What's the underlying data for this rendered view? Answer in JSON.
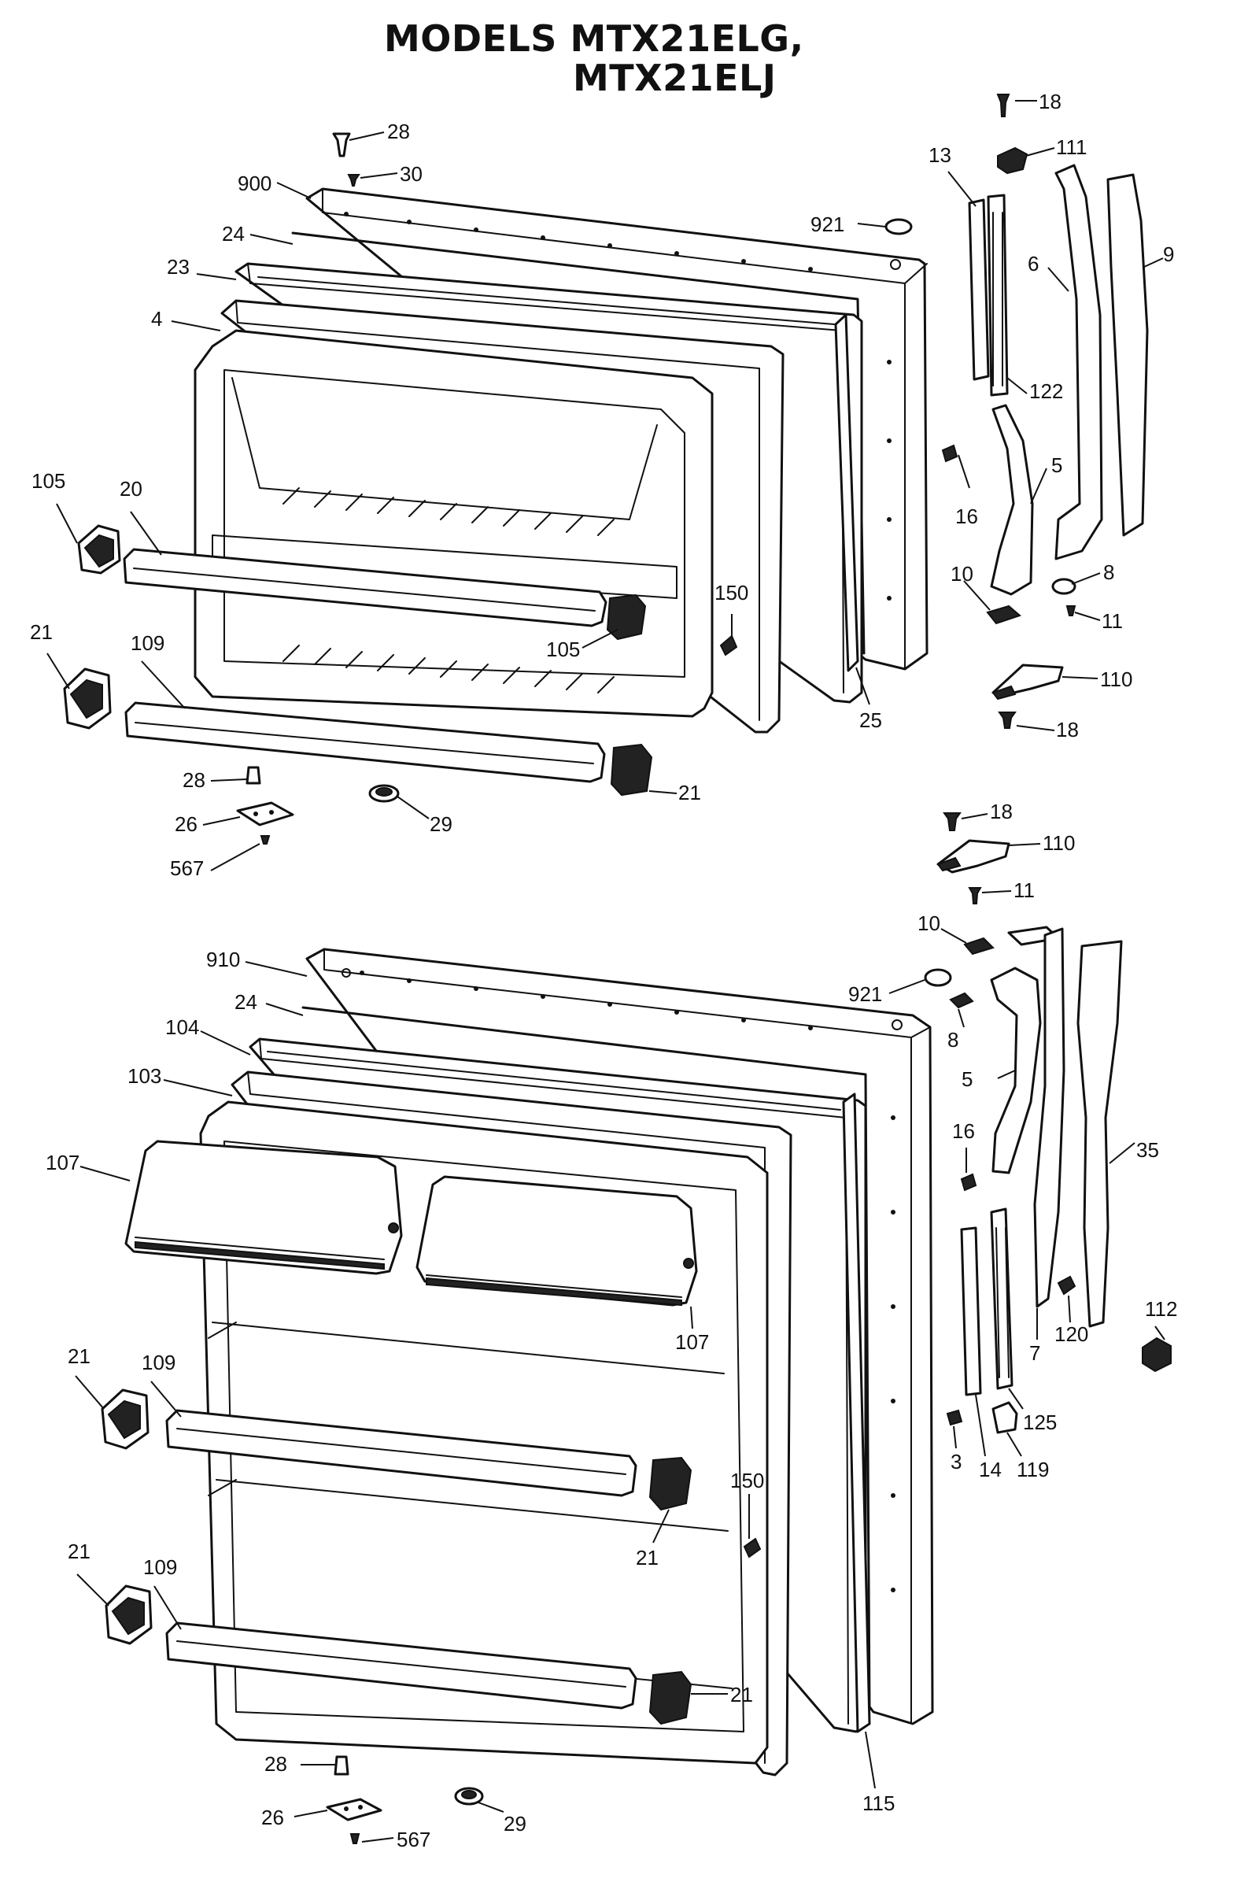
{
  "title": {
    "line1": "MODELS MTX21ELG,",
    "line2": "MTX21ELJ"
  },
  "callouts": {
    "freezer": [
      {
        "id": "fz-18a",
        "label": "18"
      },
      {
        "id": "fz-28a",
        "label": "28"
      },
      {
        "id": "fz-111",
        "label": "111"
      },
      {
        "id": "fz-30",
        "label": "30"
      },
      {
        "id": "fz-13",
        "label": "13"
      },
      {
        "id": "fz-900",
        "label": "900"
      },
      {
        "id": "fz-921",
        "label": "921"
      },
      {
        "id": "fz-24",
        "label": "24"
      },
      {
        "id": "fz-9",
        "label": "9"
      },
      {
        "id": "fz-23",
        "label": "23"
      },
      {
        "id": "fz-6",
        "label": "6"
      },
      {
        "id": "fz-4",
        "label": "4"
      },
      {
        "id": "fz-122",
        "label": "122"
      },
      {
        "id": "fz-5",
        "label": "5"
      },
      {
        "id": "fz-105a",
        "label": "105"
      },
      {
        "id": "fz-20",
        "label": "20"
      },
      {
        "id": "fz-16",
        "label": "16"
      },
      {
        "id": "fz-8",
        "label": "8"
      },
      {
        "id": "fz-10",
        "label": "10"
      },
      {
        "id": "fz-150",
        "label": "150"
      },
      {
        "id": "fz-11",
        "label": "11"
      },
      {
        "id": "fz-105b",
        "label": "105"
      },
      {
        "id": "fz-21a",
        "label": "21"
      },
      {
        "id": "fz-109",
        "label": "109"
      },
      {
        "id": "fz-110",
        "label": "110"
      },
      {
        "id": "fz-25",
        "label": "25"
      },
      {
        "id": "fz-18b",
        "label": "18"
      },
      {
        "id": "fz-28b",
        "label": "28"
      },
      {
        "id": "fz-21b",
        "label": "21"
      },
      {
        "id": "fz-26",
        "label": "26"
      },
      {
        "id": "fz-29",
        "label": "29"
      },
      {
        "id": "fz-567",
        "label": "567"
      }
    ],
    "fresh": [
      {
        "id": "ff-18",
        "label": "18"
      },
      {
        "id": "ff-110",
        "label": "110"
      },
      {
        "id": "ff-11",
        "label": "11"
      },
      {
        "id": "ff-10",
        "label": "10"
      },
      {
        "id": "ff-910",
        "label": "910"
      },
      {
        "id": "ff-921",
        "label": "921"
      },
      {
        "id": "ff-24",
        "label": "24"
      },
      {
        "id": "ff-8",
        "label": "8"
      },
      {
        "id": "ff-104",
        "label": "104"
      },
      {
        "id": "ff-5",
        "label": "5"
      },
      {
        "id": "ff-103",
        "label": "103"
      },
      {
        "id": "ff-16",
        "label": "16"
      },
      {
        "id": "ff-35",
        "label": "35"
      },
      {
        "id": "ff-107a",
        "label": "107"
      },
      {
        "id": "ff-112",
        "label": "112"
      },
      {
        "id": "ff-7",
        "label": "7"
      },
      {
        "id": "ff-120",
        "label": "120"
      },
      {
        "id": "ff-107b",
        "label": "107"
      },
      {
        "id": "ff-21a",
        "label": "21"
      },
      {
        "id": "ff-109a",
        "label": "109"
      },
      {
        "id": "ff-125",
        "label": "125"
      },
      {
        "id": "ff-150",
        "label": "150"
      },
      {
        "id": "ff-3",
        "label": "3"
      },
      {
        "id": "ff-14",
        "label": "14"
      },
      {
        "id": "ff-119",
        "label": "119"
      },
      {
        "id": "ff-21b",
        "label": "21"
      },
      {
        "id": "ff-21c",
        "label": "21"
      },
      {
        "id": "ff-109b",
        "label": "109"
      },
      {
        "id": "ff-21d",
        "label": "21"
      },
      {
        "id": "ff-28",
        "label": "28"
      },
      {
        "id": "ff-115",
        "label": "115"
      },
      {
        "id": "ff-26",
        "label": "26"
      },
      {
        "id": "ff-567",
        "label": "567"
      },
      {
        "id": "ff-29",
        "label": "29"
      }
    ]
  }
}
